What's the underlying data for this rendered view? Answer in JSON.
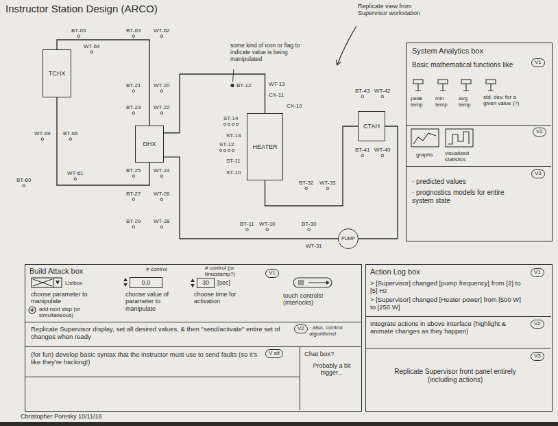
{
  "diagram": {
    "title": "Instructor Station Design (ARCO)",
    "nodes": [
      {
        "text": [
          "TCHX"
        ]
      },
      {
        "text": [
          "DHX"
        ]
      },
      {
        "text": [
          "HEATER"
        ]
      },
      {
        "text": [
          "CTAH"
        ]
      },
      {
        "text": [
          "PUMP"
        ]
      },
      {
        "text": [
          "System Analytics box"
        ]
      },
      {
        "text": [
          "V1",
          "Basic mathematical functions like",
          "peak temp",
          "min temp",
          "avg temp",
          "std. dev. for a given value (?)"
        ],
        "in": 5
      },
      {
        "text": [
          "V2",
          "graphs",
          "visualized statistics"
        ],
        "in": 5
      },
      {
        "text": [
          "V3",
          "· predicted values",
          "· prognostics models for entire system state"
        ],
        "in": 5
      },
      {
        "text": [
          "Build Attack box"
        ]
      },
      {
        "text": [
          "V1",
          "Listbox",
          "choose parameter to manipulate",
          "add next step (or simultaneous)",
          "# control",
          "choose value of parameter to manipulate",
          "# control (or timestamp?)",
          "[sec]",
          "choose time for activation",
          "touch controls! (interlocks)"
        ],
        "in": 9
      },
      {
        "text": [
          "0.0"
        ],
        "in": 10
      },
      {
        "text": [
          "30"
        ],
        "in": 10
      },
      {
        "text": [
          "V2",
          "Replicate Supervisor display, set all desired values, & then \"send/activate\" entire set of changes when ready",
          "· also, control algorithms!"
        ],
        "in": 9
      },
      {
        "text": [
          "V alt",
          "(for fun) develop basic syntax that the instructor must use to send faults (so it's like they're hacking!)"
        ],
        "in": 9
      },
      {
        "text": [
          "Chat box?",
          "Probably a bit bigger..."
        ],
        "in": 9
      },
      {
        "text": [
          "Action Log box"
        ]
      },
      {
        "text": [
          "V1",
          "> [Supervisor] changed [pump frequency] from [2] to [5] Hz",
          "> [Supervisor] changed [Heater power] from [500 W] to [250 W]"
        ],
        "in": 16
      },
      {
        "text": [
          "V2",
          "Integrate actions in above interface (highlight & animate changes as they happen)"
        ],
        "in": 16
      },
      {
        "text": [
          "V3",
          "Replicate Supervisor front panel entirely (including actions)"
        ],
        "in": 16
      }
    ],
    "edges": [
      {
        "from": 0,
        "to": 1,
        "arrow": "none"
      },
      {
        "from": 1,
        "to": 0,
        "arrow": "none"
      },
      {
        "from": 1,
        "to": 2,
        "arrow": "none"
      },
      {
        "from": 2,
        "to": 3,
        "arrow": "none"
      },
      {
        "from": 3,
        "to": 4,
        "arrow": "none"
      },
      {
        "from": 4,
        "to": 1,
        "arrow": "none"
      }
    ],
    "labels": [
      "Replicate view from Supervisor workstation",
      "some kind of icon or flag to indicate value is being manipulated",
      "BT-65",
      "WT-64",
      "BT-63",
      "WT-62",
      "WT-69",
      "BT-66",
      "BT-60",
      "WT-61",
      "BT-21",
      "WT-20",
      "BT-23",
      "WT-22",
      "BT-25",
      "WT-24",
      "BT-27",
      "WT-26",
      "BT-29",
      "WT-28",
      "BT-12",
      "WT-13",
      "CX-11",
      "CX-10",
      "ST-14",
      "ST-13",
      "ST-12",
      "ST-11",
      "ST-10",
      "BT-32",
      "WT-33",
      "BT-43",
      "WT-42",
      "BT-41",
      "WT-40",
      "BT-11",
      "WT-10",
      "BT-30",
      "WT-31",
      "Christopher Poresky 10/11/18"
    ]
  }
}
